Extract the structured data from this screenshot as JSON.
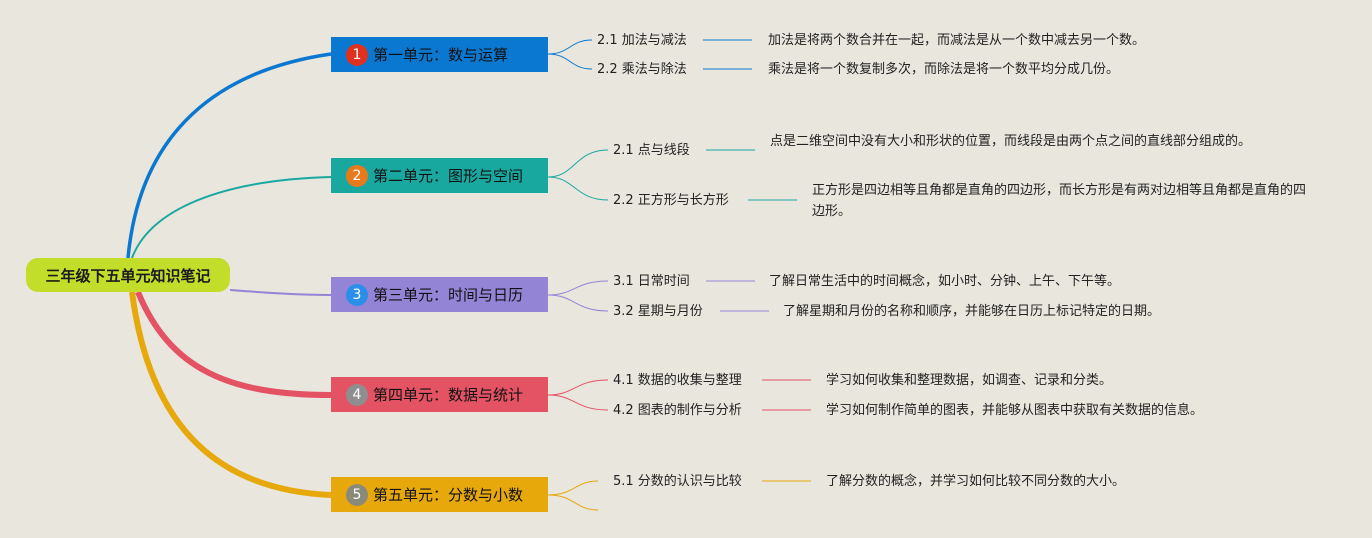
{
  "root": {
    "title": "三年级下五单元知识笔记"
  },
  "colors": {
    "unit1": "#0a78d0",
    "unit2": "#18a8a0",
    "unit3": "#9484d6",
    "unit4": "#e45364",
    "unit5": "#e7a80c",
    "root": "#c2de2a"
  },
  "units": [
    {
      "badge": "1",
      "badge_color": "#e0301e",
      "label": "第一单元：数与运算",
      "subs": [
        {
          "label": "2.1 加法与减法",
          "desc": "加法是将两个数合并在一起，而减法是从一个数中减去另一个数。"
        },
        {
          "label": "2.2 乘法与除法",
          "desc": "乘法是将一个数复制多次，而除法是将一个数平均分成几份。"
        }
      ]
    },
    {
      "badge": "2",
      "badge_color": "#e87a1c",
      "label": "第二单元：图形与空间",
      "subs": [
        {
          "label": "2.1 点与线段",
          "desc": "点是二维空间中没有大小和形状的位置，而线段是由两个点之间的直线部分组成的。"
        },
        {
          "label": "2.2 正方形与长方形",
          "desc": "正方形是四边相等且角都是直角的四边形，而长方形是有两对边相等且角都是直角的四边形。"
        }
      ]
    },
    {
      "badge": "3",
      "badge_color": "#2b8ee8",
      "label": "第三单元：时间与日历",
      "subs": [
        {
          "label": "3.1 日常时间",
          "desc": "了解日常生活中的时间概念，如小时、分钟、上午、下午等。"
        },
        {
          "label": "3.2 星期与月份",
          "desc": "了解星期和月份的名称和顺序，并能够在日历上标记特定的日期。"
        }
      ]
    },
    {
      "badge": "4",
      "badge_color": "#8e8e8e",
      "label": "第四单元：数据与统计",
      "subs": [
        {
          "label": "4.1 数据的收集与整理",
          "desc": "学习如何收集和整理数据，如调查、记录和分类。"
        },
        {
          "label": "4.2 图表的制作与分析",
          "desc": "学习如何制作简单的图表，并能够从图表中获取有关数据的信息。"
        }
      ]
    },
    {
      "badge": "5",
      "badge_color": "#8a8a7a",
      "label": "第五单元：分数与小数",
      "subs": [
        {
          "label": "5.1 分数的认识与比较",
          "desc": "了解分数的概念，并学习如何比较不同分数的大小。"
        }
      ]
    }
  ]
}
